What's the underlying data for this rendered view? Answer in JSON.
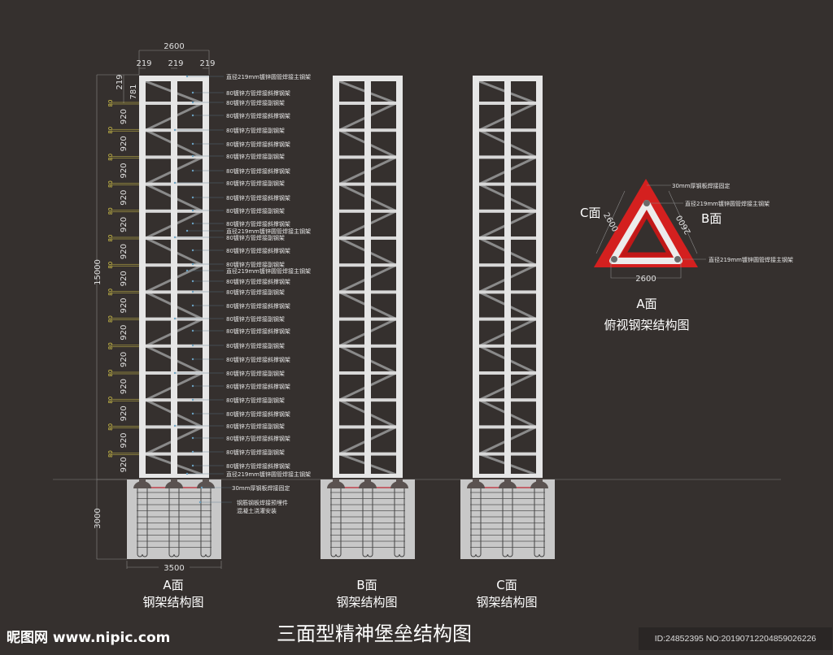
{
  "title": "三面型精神堡垒结构图",
  "watermark": {
    "site": "昵图网 www.nipic.com",
    "id": "ID:24852395 NO:20190712204859026226"
  },
  "colors": {
    "background": "#35302e",
    "frame": "#e6e6e6",
    "brace": "#8a8a8a",
    "foundation": "#c8c8c8",
    "triangle_red": "#d4201f",
    "dim_yellow": "#d8c84a"
  },
  "dimensions": {
    "width_total": "2600",
    "post_widths": [
      "219",
      "219",
      "219"
    ],
    "top_frame": "219",
    "first_gap": "781",
    "bar": "80",
    "gap": "920",
    "height_total": "15000",
    "foundation_height": "3000",
    "foundation_width": "3500"
  },
  "labels": {
    "main": "直径219mm镀锌圆管焊接主钢架",
    "brace": "80镀锌方管焊接斜撑钢架",
    "sub": "80镀锌方管焊接副钢架",
    "plate": "30mm厚钢板焊接固定",
    "embed_1": "钢筋钢板焊接预埋件",
    "embed_2": "混凝土浇灌安装"
  },
  "label_sequence": [
    "main",
    "brace",
    "sub",
    "brace",
    "sub",
    "brace",
    "sub",
    "brace",
    "sub",
    "brace",
    "sub",
    "brace",
    "main",
    "sub",
    "brace",
    "sub",
    "main",
    "brace",
    "sub",
    "brace",
    "sub",
    "brace",
    "sub",
    "brace",
    "sub",
    "brace",
    "sub",
    "brace",
    "sub",
    "brace",
    "sub",
    "brace",
    "main"
  ],
  "towers": [
    {
      "face": "A面",
      "caption": "钢架结构图"
    },
    {
      "face": "B面",
      "caption": "钢架结构图"
    },
    {
      "face": "C面",
      "caption": "钢架结构图"
    }
  ],
  "top_view": {
    "face_a": "A面",
    "face_b": "B面",
    "face_c": "C面",
    "side": "2600",
    "caption": "俯视钢架结构图",
    "plate_label": "30mm厚钢板焊接固定",
    "main_label": "直径219mm镀锌圆管焊接主钢架"
  }
}
